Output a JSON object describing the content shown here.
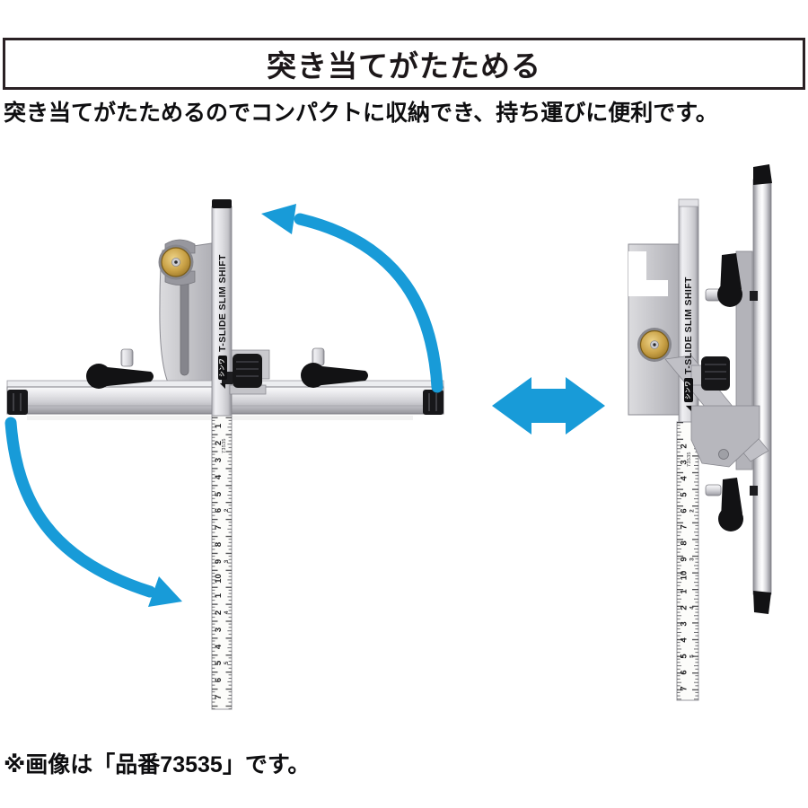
{
  "header": {
    "title": "突き当てがたためる"
  },
  "description": {
    "text": "突き当てがたためるのでコンパクトに収納でき、持ち運びに便利です。"
  },
  "note": {
    "text": "※画像は「品番73535」です。"
  },
  "colors": {
    "accent_blue": "#189bd8",
    "border": "#2a2124",
    "brass": "#c8a045",
    "metal_light": "#f3f3f5",
    "metal_dark": "#8f8f96",
    "black_part": "#141416"
  },
  "icons": {
    "brand_logo_glyph": "◢"
  },
  "product": {
    "label": "T-SLIDE SLIM SHIFT",
    "brand": "シンワ",
    "part_no": "73535",
    "ruler_left": {
      "numbers": [
        "1",
        "2",
        "3",
        "4",
        "5",
        "6",
        "7",
        "8",
        "9",
        "10",
        "1",
        "2",
        "3",
        "4",
        "5",
        "6",
        "7"
      ],
      "secondary": [
        "",
        "",
        "",
        "",
        "",
        "2",
        "",
        "",
        "3",
        "",
        "",
        "4",
        "",
        "",
        "5",
        "",
        ""
      ]
    },
    "ruler_right": {
      "numbers": [
        "2",
        "3",
        "4",
        "5",
        "6",
        "7",
        "8",
        "9",
        "10",
        "1",
        "2",
        "3",
        "4",
        "5",
        "6",
        "7"
      ],
      "secondary": [
        "",
        "",
        "",
        "",
        "2",
        "",
        "",
        "3",
        "",
        "",
        "4",
        "",
        "",
        "5",
        "",
        ""
      ]
    }
  }
}
